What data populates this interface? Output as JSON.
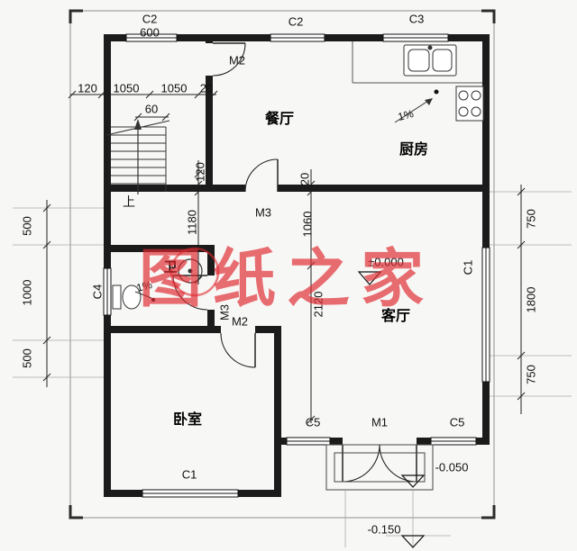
{
  "watermark": {
    "text": "图纸之家"
  },
  "rooms": {
    "dining": "餐厅",
    "kitchen": "厨房",
    "living": "客厅",
    "bedroom": "卧室",
    "bathroom": "卫",
    "stairs_up": "上"
  },
  "openings": {
    "window_top_left": "C2",
    "window_top_left_width": "600",
    "window_top_mid": "C2",
    "window_top_right": "C3",
    "window_left_bath": "C4",
    "window_right_living": "C1",
    "window_bottom_bedroom": "C1",
    "window_c5_left": "C5",
    "window_c5_right": "C5",
    "door_stair_dining": "M2",
    "door_hall_dining": "M3",
    "door_bathroom": "M3",
    "door_bedroom": "M2",
    "door_entry": "M1"
  },
  "dimensions": {
    "top_chain": [
      "120",
      "1050",
      "1050",
      "20"
    ],
    "top_sub": "60",
    "left_chain": [
      "500",
      "1000",
      "500"
    ],
    "right_chain": [
      "750",
      "1800",
      "750"
    ],
    "stair_side": [
      "120",
      "1180"
    ],
    "living_side": [
      "20",
      "1060",
      "2120"
    ]
  },
  "elevations": {
    "living": "±0.000",
    "entry": "-0.050",
    "ground": "-0.150"
  },
  "slopes": {
    "kitchen": "1%",
    "bathroom": "1%"
  }
}
